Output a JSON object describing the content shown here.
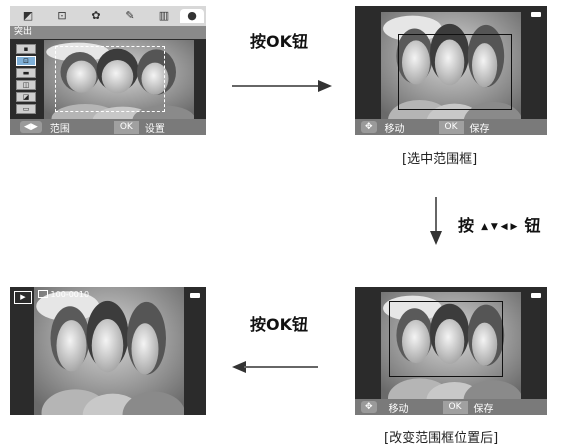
{
  "steps": {
    "step1": "按OK钮",
    "step2": "按",
    "step2_suffix": "钮",
    "step2_symbols": "▲ ▼ ◀ ▶",
    "step3": "按OK钮"
  },
  "captions": {
    "select_box": "[选中范围框]",
    "after_move": "[改变范围框位置后]"
  },
  "screen1": {
    "menu_title": "突出",
    "tabs": [
      "◩",
      "⊡",
      "✿",
      "✎",
      "▥",
      "●"
    ],
    "side_icons": [
      "▪",
      "⊡",
      "▬",
      "◫",
      "◪",
      "▭"
    ],
    "bar": {
      "dir_icon": "◀▶",
      "range_label": "范围",
      "ok_label": "OK",
      "set_label": "设置"
    }
  },
  "screen2": {
    "bar": {
      "dpad_icon": "✥",
      "move_label": "移动",
      "ok_label": "OK",
      "save_label": "保存"
    }
  },
  "screen3": {
    "bar": {
      "dpad_icon": "✥",
      "move_label": "移动",
      "ok_label": "OK",
      "save_label": "保存"
    }
  },
  "screen4": {
    "play_icon": "▶",
    "file_number": "100-0010"
  },
  "colors": {
    "bar_bg": "#7a7a7a",
    "screen_bg": "#2b2b2b",
    "selected_icon": "#7fb0d8"
  }
}
